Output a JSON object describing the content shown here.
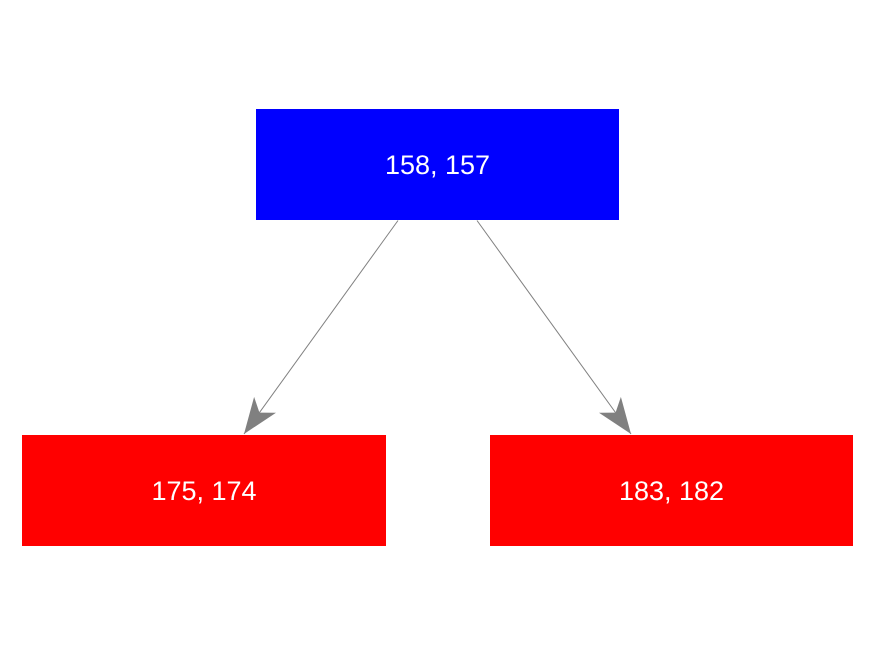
{
  "diagram": {
    "background_color": "#ffffff",
    "edge_color": "#808080",
    "label_color": "#ffffff",
    "nodes": [
      {
        "id": "root",
        "label": "158, 157",
        "color": "#0000ff"
      },
      {
        "id": "left-child",
        "label": "175, 174",
        "color": "#ff0000"
      },
      {
        "id": "right-child",
        "label": "183, 182",
        "color": "#ff0000"
      }
    ],
    "edges": [
      {
        "from": "root",
        "to": "left-child"
      },
      {
        "from": "root",
        "to": "right-child"
      }
    ]
  }
}
